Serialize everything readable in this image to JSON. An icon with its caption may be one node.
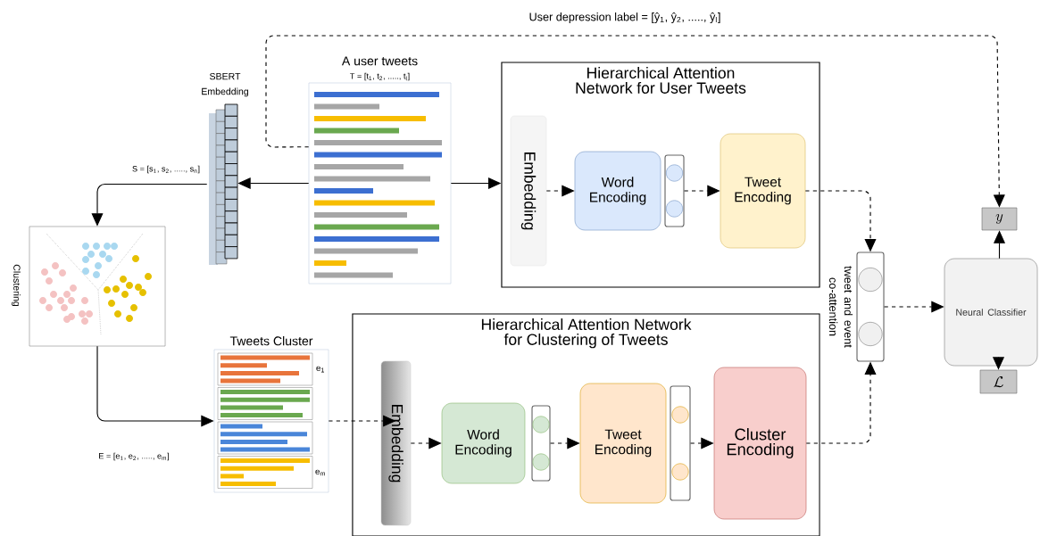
{
  "diagram": {
    "nodes": [
      {
        "text": [
          "Hierarchical Attention Network for User Tweets"
        ]
      },
      {
        "text": [
          "Embedding"
        ],
        "in": 0
      },
      {
        "text": [
          "Word Encoding"
        ],
        "in": 0
      },
      {
        "text": [],
        "shape": "box",
        "in": 0
      },
      {
        "text": [
          "Tweet Encoding"
        ],
        "in": 0
      },
      {
        "text": [
          "Hierarchical Attention Network for Clustering of Tweets"
        ]
      },
      {
        "text": [
          "Embedding"
        ],
        "in": 5
      },
      {
        "text": [
          "Word Encoding"
        ],
        "in": 5
      },
      {
        "text": [],
        "shape": "box",
        "in": 5
      },
      {
        "text": [
          "Tweet Encoding"
        ],
        "in": 5
      },
      {
        "text": [],
        "shape": "box",
        "in": 5
      },
      {
        "text": [
          "Cluster Encoding"
        ],
        "in": 5
      },
      {
        "text": [],
        "shape": "box",
        "beside": [
          "tweet and event co-attention"
        ]
      },
      {
        "text": [
          "Neural Classifier"
        ]
      },
      {
        "text": [
          "y"
        ]
      },
      {
        "text": [
          "\\mathcal{L}"
        ]
      },
      {
        "text": [
          "A user tweets",
          "T = [t$_{1}$, t$_{2}$, ....., t$_{l}$]"
        ]
      },
      {
        "text": [
          "SBERT Embedding"
        ]
      },
      {
        "text": [],
        "shape": "picture",
        "beside": [
          "Clustering"
        ]
      },
      {
        "text": [
          "Tweets Cluster",
          "e$_{1}$",
          "e$_{m}$"
        ]
      }
    ],
    "edges": [
      {
        "from": 16,
        "to": 17,
        "arrow": "to"
      },
      {
        "from": 16,
        "to": 0,
        "arrow": "to"
      },
      {
        "from": 17,
        "to": 18,
        "arrow": "to",
        "label": "S = [s$_{1}$, s$_{2}$, ....., s$_{n}$]"
      },
      {
        "from": 18,
        "to": 19,
        "arrow": "to",
        "label": "E = [e$_{1}$, e$_{2}$, ....., e$_{m}$]"
      },
      {
        "from": 1,
        "to": 2,
        "arrow": "to",
        "style": "dashed"
      },
      {
        "from": 3,
        "to": 4,
        "arrow": "to",
        "style": "dashed"
      },
      {
        "from": 4,
        "to": 12,
        "arrow": "to",
        "style": "dashed"
      },
      {
        "from": 19,
        "to": 6,
        "arrow": "to",
        "style": "dashed"
      },
      {
        "from": 6,
        "to": 7,
        "arrow": "to",
        "style": "dashed"
      },
      {
        "from": 8,
        "to": 9,
        "arrow": "to",
        "style": "dashed"
      },
      {
        "from": 10,
        "to": 11,
        "arrow": "to",
        "style": "dashed"
      },
      {
        "from": 11,
        "to": 12,
        "arrow": "to",
        "style": "dashed"
      },
      {
        "from": 12,
        "to": 13,
        "arrow": "to",
        "style": "dashed"
      },
      {
        "from": 13,
        "to": 14,
        "arrow": "to"
      },
      {
        "from": 13,
        "to": 15,
        "arrow": "to"
      },
      {
        "from": 16,
        "to": 14,
        "arrow": "to",
        "style": "dashed",
        "label": "User depression label = [ŷ$_{1}$, ŷ$_{2}$, ....., ŷ$_{l}$]"
      }
    ]
  }
}
